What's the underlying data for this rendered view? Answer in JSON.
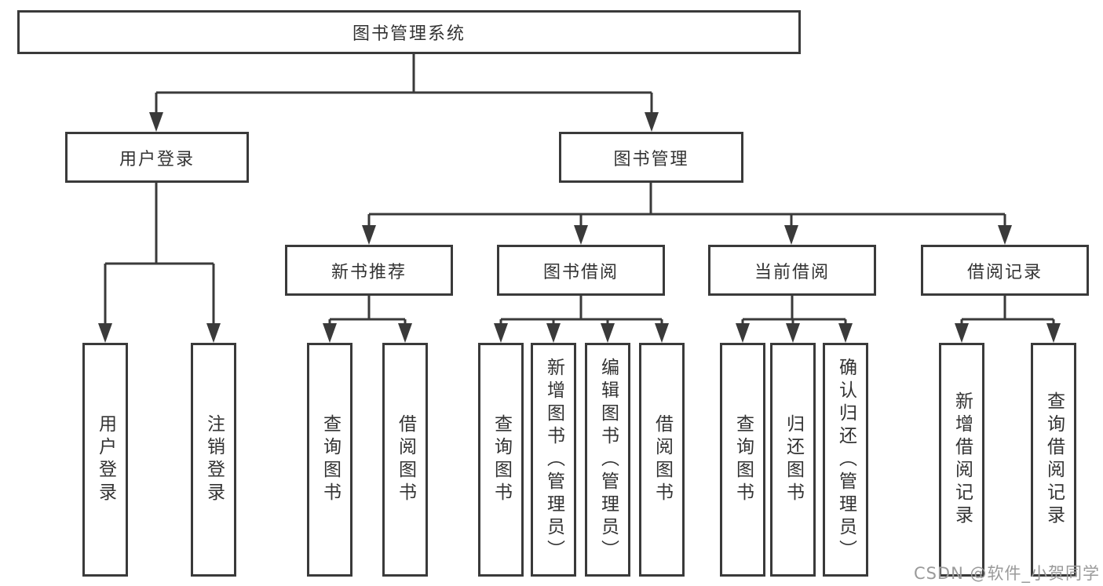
{
  "diagram": {
    "title": "图书管理系统",
    "root": {
      "label": "图书管理系统"
    },
    "level2": [
      {
        "label": "用户登录"
      },
      {
        "label": "图书管理"
      }
    ],
    "level3": [
      {
        "label": "新书推荐"
      },
      {
        "label": "图书借阅"
      },
      {
        "label": "当前借阅"
      },
      {
        "label": "借阅记录"
      }
    ],
    "leaves": {
      "login": [
        "用户登录",
        "注销登录"
      ],
      "recommend": [
        "查询图书",
        "借阅图书"
      ],
      "borrow": [
        "查询图书",
        "新增图书（管理员）",
        "编辑图书（管理员）",
        "借阅图书"
      ],
      "current": [
        "查询图书",
        "归还图书",
        "确认归还（管理员）"
      ],
      "records": [
        "新增借阅记录",
        "查询借阅记录"
      ]
    },
    "colors": {
      "line": "#3a3a3a",
      "text": "#333333",
      "background": "#ffffff",
      "watermark": "#9a9a9a"
    }
  },
  "watermark": {
    "text": "CSDN @软件_小贺同学"
  }
}
